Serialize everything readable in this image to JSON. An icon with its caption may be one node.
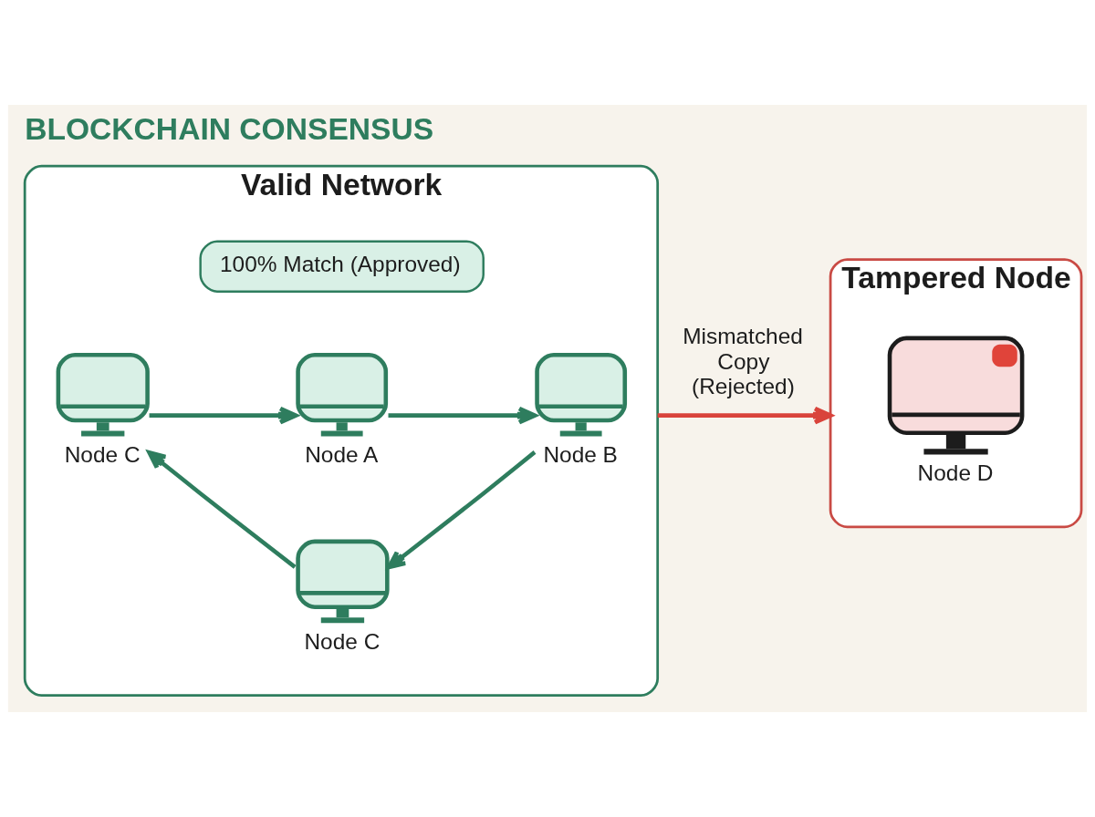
{
  "diagram": {
    "title": "BLOCKCHAIN CONSENSUS",
    "nodes": [
      {
        "text": [
          "Valid Network"
        ]
      },
      {
        "text": [
          "100% Match (Approved)"
        ],
        "in": 0
      },
      {
        "text": [
          "Node A"
        ],
        "in": 0
      },
      {
        "text": [
          "Node C"
        ],
        "in": 0
      },
      {
        "text": [
          "Node B"
        ],
        "in": 0
      },
      {
        "text": [
          "Node C"
        ],
        "in": 0
      },
      {
        "text": [
          "Tampered Node"
        ]
      },
      {
        "text": [
          "Node D"
        ],
        "in": 6
      }
    ],
    "edges": [
      {
        "from": 2,
        "to": 4,
        "arrow": "to"
      },
      {
        "from": 4,
        "to": 5,
        "arrow": "to"
      },
      {
        "from": 5,
        "to": 3,
        "arrow": "to"
      },
      {
        "from": 3,
        "to": 2,
        "arrow": "to"
      },
      {
        "from": 0,
        "to": 6,
        "arrow": "to",
        "label": "Mismatched Copy (Rejected)",
        "color": "#d9433b"
      }
    ]
  }
}
